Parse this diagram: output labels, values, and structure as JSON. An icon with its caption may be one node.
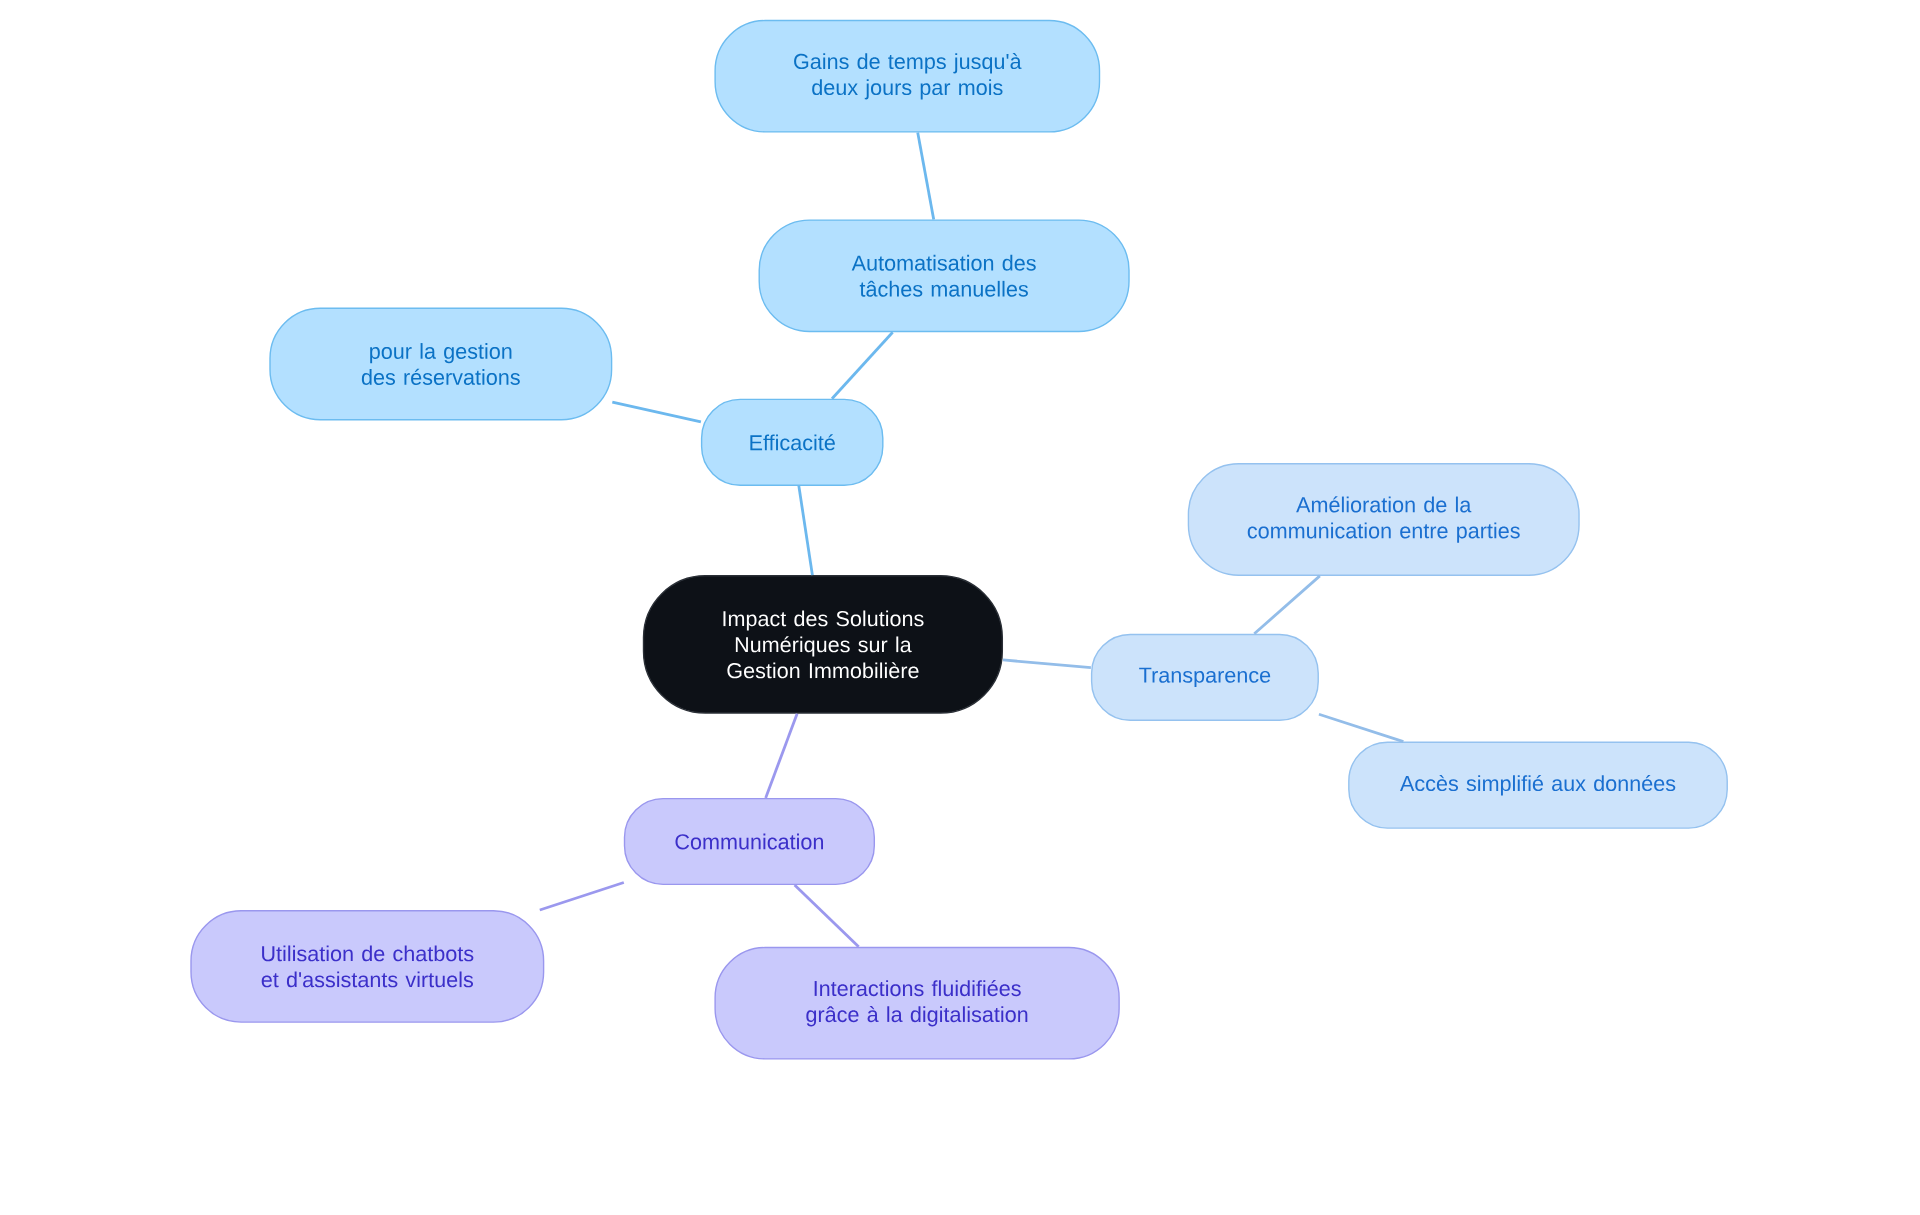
{
  "diagram": {
    "nodes": [
      {
        "text": [
          "Impact des Solutions Numériques sur la Gestion Immobilière"
        ]
      },
      {
        "text": [
          "Efficacité"
        ]
      },
      {
        "text": [
          "Automatisation des tâches manuelles"
        ]
      },
      {
        "text": [
          "Gains de temps jusqu'à deux jours par mois"
        ]
      },
      {
        "text": [
          "pour la gestion des réservations"
        ]
      },
      {
        "text": [
          "Transparence"
        ]
      },
      {
        "text": [
          "Amélioration de la communication entre parties"
        ]
      },
      {
        "text": [
          "Accès simplifié aux données"
        ]
      },
      {
        "text": [
          "Communication"
        ]
      },
      {
        "text": [
          "Utilisation de chatbots et d'assistants virtuels"
        ]
      },
      {
        "text": [
          "Interactions fluidifiées grâce à la digitalisation"
        ]
      }
    ],
    "edges": [
      {
        "from": 0,
        "to": 1,
        "arrow": "none",
        "color": "#6cb8ee"
      },
      {
        "from": 1,
        "to": 2,
        "arrow": "none",
        "color": "#6cb8ee"
      },
      {
        "from": 2,
        "to": 3,
        "arrow": "none",
        "color": "#6cb8ee"
      },
      {
        "from": 1,
        "to": 4,
        "arrow": "none",
        "color": "#6cb8ee"
      },
      {
        "from": 0,
        "to": 5,
        "arrow": "none",
        "color": "#93bde9"
      },
      {
        "from": 5,
        "to": 6,
        "arrow": "none",
        "color": "#93bde9"
      },
      {
        "from": 5,
        "to": 7,
        "arrow": "none",
        "color": "#93bde9"
      },
      {
        "from": 0,
        "to": 8,
        "arrow": "none",
        "color": "#9b98ee"
      },
      {
        "from": 8,
        "to": 9,
        "arrow": "none",
        "color": "#9b98ee"
      },
      {
        "from": 8,
        "to": 10,
        "arrow": "none",
        "color": "#9b98ee"
      }
    ]
  }
}
